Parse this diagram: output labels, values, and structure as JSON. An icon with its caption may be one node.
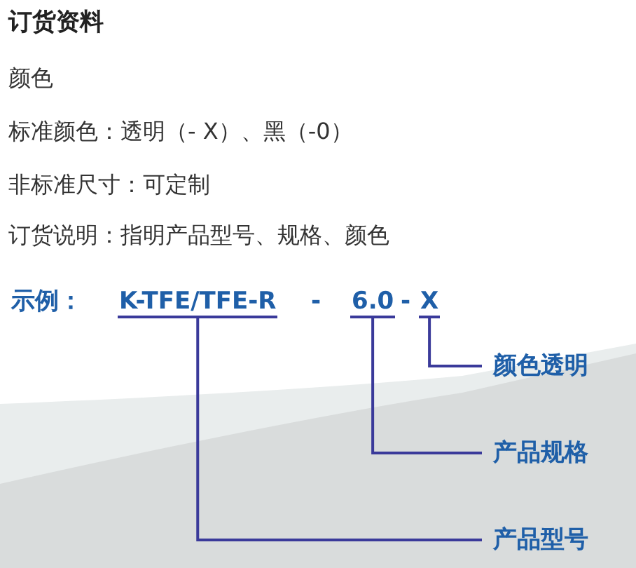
{
  "diagram": {
    "title": "订货资料",
    "nodes": [
      {
        "text": [
          "K-TFE/TFE-R"
        ]
      },
      {
        "text": [
          "6.0"
        ]
      },
      {
        "text": [
          "X"
        ]
      },
      {
        "text": [
          "颜色透明"
        ]
      },
      {
        "text": [
          "产品规格"
        ]
      },
      {
        "text": [
          "产品型号"
        ]
      }
    ],
    "edges": [
      {
        "from": 2,
        "to": 3,
        "arrow": "none"
      },
      {
        "from": 1,
        "to": 4,
        "arrow": "none"
      },
      {
        "from": 0,
        "to": 5,
        "arrow": "none"
      }
    ],
    "labels": [
      "颜色",
      "标准颜色：透明（- X）、黑（-0）",
      "非标准尺寸：可定制",
      "订货说明：指明产品型号、规格、颜色",
      "示例：",
      "-",
      "-"
    ]
  }
}
